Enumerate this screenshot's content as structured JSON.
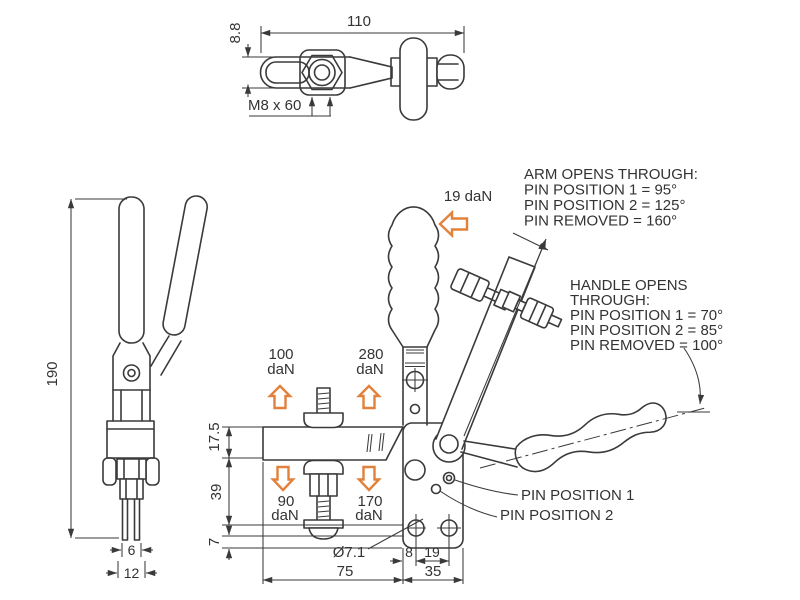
{
  "page": {
    "background": "#ffffff"
  },
  "drawing": {
    "colors": {
      "line": "#3a3a3a",
      "accent_orange": "#e2813b",
      "background": "#ffffff"
    },
    "top_view": {
      "width_dim": "110",
      "thickness_dim": "8.8",
      "spindle_label": "M8 x 60"
    },
    "side_view": {
      "height_dim": "190",
      "rod_dim": "6",
      "width_dim": "12"
    },
    "front_view": {
      "handle_force": "19 daN",
      "forces": {
        "upper_left": {
          "value": "100",
          "unit": "daN"
        },
        "upper_right": {
          "value": "280",
          "unit": "daN"
        },
        "lower_left": {
          "value": "90",
          "unit": "daN"
        },
        "lower_right": {
          "value": "170",
          "unit": "daN"
        }
      },
      "dims": {
        "arm_section": "17.5",
        "body_height": "39",
        "base_height": "7",
        "hole_diameter": "Ø7.1",
        "hole_offset": "8",
        "hole_pitch": "19",
        "arm_length": "75",
        "base_width": "35"
      }
    },
    "notes": {
      "arm_opens": {
        "title": "ARM OPENS THROUGH:",
        "line1": "PIN POSITION 1 = 95°",
        "line2": "PIN POSITION 2 = 125°",
        "line3": "PIN REMOVED = 160°"
      },
      "handle_opens": {
        "title1": "HANDLE OPENS",
        "title2": "THROUGH:",
        "line1": "PIN POSITION 1 = 70°",
        "line2": "PIN POSITION 2 = 85°",
        "line3": "PIN REMOVED = 100°"
      },
      "pin_position_1": "PIN POSITION 1",
      "pin_position_2": "PIN POSITION 2"
    }
  }
}
